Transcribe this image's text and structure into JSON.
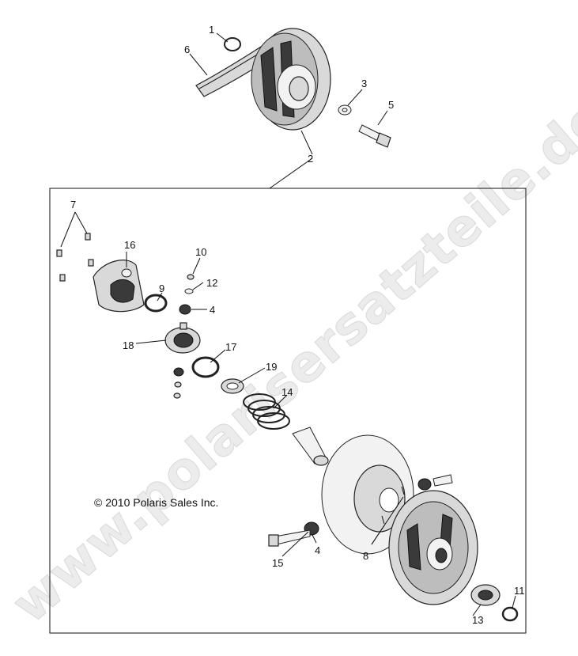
{
  "copyright": "© 2010 Polaris Sales Inc.",
  "watermark": "www.polarisersatzteile.de",
  "callouts": {
    "c1": "1",
    "c2": "2",
    "c3": "3",
    "c4a": "4",
    "c4b": "4",
    "c5": "5",
    "c6": "6",
    "c7": "7",
    "c8": "8",
    "c9": "9",
    "c10": "10",
    "c11": "11",
    "c12": "12",
    "c13": "13",
    "c14": "14",
    "c15": "15",
    "c16": "16",
    "c17": "17",
    "c18": "18",
    "c19": "19"
  }
}
